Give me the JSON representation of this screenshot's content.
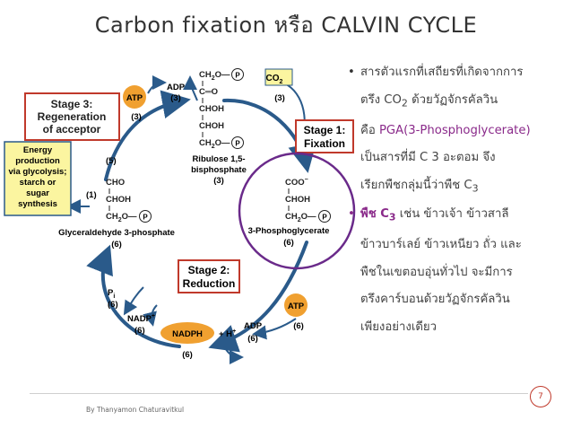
{
  "title": "Carbon fixation หรือ CALVIN CYCLE",
  "diagram": {
    "stage3": {
      "line1": "Stage 3:",
      "line2": "Regeneration",
      "line3": "of acceptor"
    },
    "stage1": {
      "line1": "Stage 1:",
      "line2": "Fixation"
    },
    "stage2": {
      "line1": "Stage 2:",
      "line2": "Reduction"
    },
    "energy": {
      "line1": "Energy",
      "line2": "production",
      "line3": "via glycolysis;",
      "line4": "starch or",
      "line5": "sugar",
      "line6": "synthesis"
    },
    "atp_top": "ATP",
    "atp_right": "ATP",
    "adp_top": "ADP",
    "adp_bottom": "ADP",
    "co2": "CO",
    "co2_sub": "2",
    "nadph": "NADPH",
    "h_plus": "+ H",
    "h_plus_sup": "+",
    "nadp": "NADP",
    "nadp_sup": "+",
    "pi": "P",
    "pi_sub": "i",
    "p_symbol": "P",
    "rubp_label1": "Ribulose 1,5-",
    "rubp_label2": "bisphosphate",
    "pga_label": "3-Phosphoglycerate",
    "g3p_label": "Glyceraldehyde 3-phosphate",
    "rubp_struct": {
      "l1": "CH",
      "l1_sub": "2",
      "l1_end": "O—",
      "l2": "C═O",
      "l3": "CHOH",
      "l4": "CHOH",
      "l5": "CH",
      "l5_sub": "2",
      "l5_end": "O—"
    },
    "pga_struct": {
      "l1": "COO",
      "l1_sup": "−",
      "l2": "CHOH",
      "l3": "CH",
      "l3_sub": "2",
      "l3_end": "O—"
    },
    "g3p_struct": {
      "l1": "CHO",
      "l2": "CHOH",
      "l3": "CH",
      "l3_sub": "2",
      "l3_end": "O—"
    },
    "counts": {
      "adp_top": "(3)",
      "atp_top": "(3)",
      "co2": "(3)",
      "rubp": "(3)",
      "pga": "(6)",
      "g3p": "(6)",
      "five": "(5)",
      "one": "(1)",
      "pi": "(6)",
      "nadp": "(6)",
      "nadph": "(6)",
      "adp_bottom": "(6)",
      "atp_right": "(6)"
    }
  },
  "notes": {
    "p1": {
      "l1": "สารตัวแรกที่เสถียรที่เกิดจากการ",
      "l2a": "ตรึง CO",
      "l2_sub": "2",
      "l2b": " ด้วยวัฏจักรคัลวิน",
      "l3a": "คือ ",
      "l3_pga": "PGA",
      "l3b": "(3-Phosphoglycerate)",
      "l4": "เป็นสารที่มี C 3 อะตอม จึง",
      "l5a": "เรียกพืชกลุ่มนี้ว่าพืช C",
      "l5_sub": "3"
    },
    "p2": {
      "l1a": "พืช C",
      "l1_sub": "3",
      "l1b": " เช่น ข้าวเจ้า ข้าวสาลี",
      "l2": "ข้าวบาร์เลย์ ข้าวเหนียว ถั่ว และ",
      "l3": "พืชในเขตอบอุ่นทั่วไป จะมีการ",
      "l4": "ตรึงคาร์บอนด้วยวัฏจักรคัลวิน",
      "l5": "เพียงอย่างเดียว"
    },
    "bullet": "•"
  },
  "footer": "By Thanyamon Chaturavitkul",
  "page_number": "7",
  "colors": {
    "orange": "#f0a030",
    "purple": "#6a2a8a",
    "red_box": "#c0392b",
    "arrow": "#2a5a8a",
    "energy_bg": "#fbf5a0"
  }
}
